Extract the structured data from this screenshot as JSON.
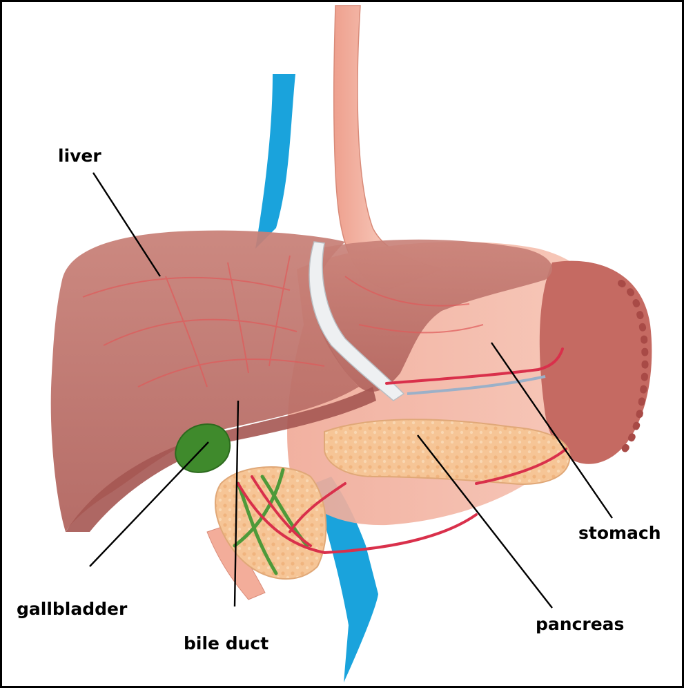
{
  "labels": {
    "liver": "liver",
    "gallbladder": "gallbladder",
    "bile_duct": "bile duct",
    "stomach": "stomach",
    "pancreas": "pancreas"
  },
  "colors": {
    "frame": "#000000",
    "liver": "#c97b72",
    "liver_dark": "#a85a55",
    "stomach": "#f3b7a3",
    "stomach_rugae": "#c0625c",
    "esophagus": "#f0a593",
    "gallbladder": "#3f8a2c",
    "pancreas": "#f7c79a",
    "vein_blue": "#1aa3dc",
    "artery_red": "#d9304b",
    "duct_green": "#4e9a3a",
    "leader_line": "#000000"
  }
}
